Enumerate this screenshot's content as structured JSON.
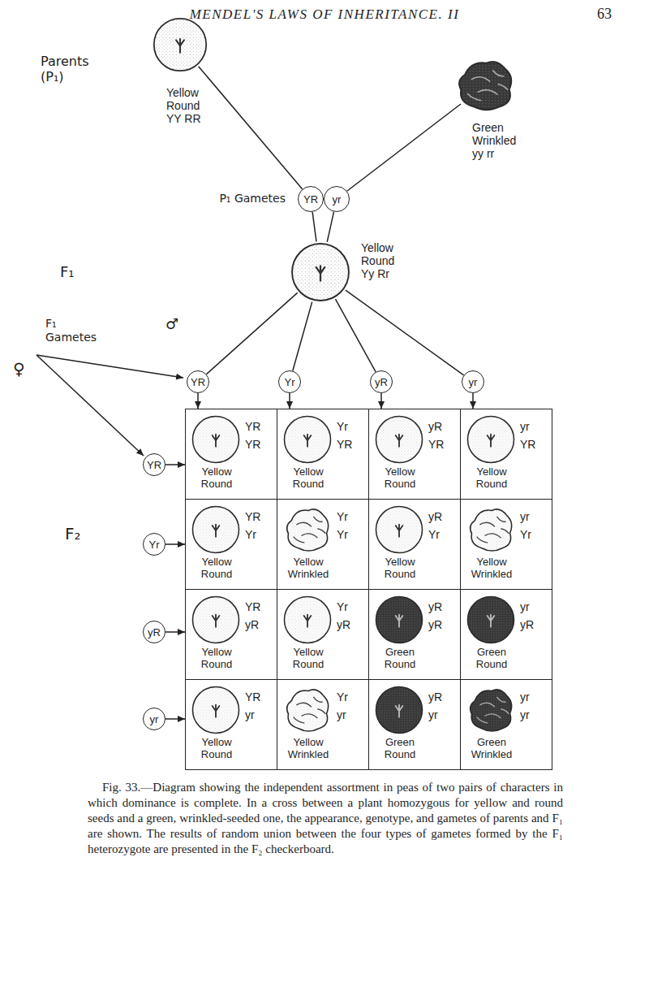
{
  "diagram": {
    "caption": "Fig. 33.—Diagram showing the independent assortment in peas of two pairs of characters in which dominance is complete. In a cross between a plant homozygous for yellow and round seeds and a green, wrinkled-seeded one, the appearance, genotype, and gametes of parents and F₁ are shown. The results of random union between the four types of gametes formed by the F₁ heterozygote are presented in the F₂ checkerboard.",
    "nodes": [
      {
        "text": [
          "Yellow Round YY RR"
        ]
      },
      {
        "text": [
          "Green Wrinkled yy rr"
        ]
      },
      {
        "text": [
          "YR"
        ]
      },
      {
        "text": [
          "yr"
        ]
      },
      {
        "text": [
          "Yellow Round Yy Rr"
        ]
      },
      {
        "text": [
          "YR"
        ]
      },
      {
        "text": [
          "Yr"
        ]
      },
      {
        "text": [
          "yR"
        ]
      },
      {
        "text": [
          "yr"
        ]
      },
      {
        "text": [
          "YR"
        ]
      },
      {
        "text": [
          "YR",
          "YR",
          "Yellow Round"
        ]
      },
      {
        "text": [
          "Yr",
          "YR",
          "Yellow Round"
        ]
      },
      {
        "text": [
          "yR",
          "YR",
          "Yellow Round"
        ]
      },
      {
        "text": [
          "yr",
          "YR",
          "Yellow Round"
        ]
      },
      {
        "text": [
          "Yr"
        ]
      },
      {
        "text": [
          "YR",
          "Yr",
          "Yellow Round"
        ]
      },
      {
        "text": [
          "Yr",
          "Yr",
          "Yellow Wrinkled"
        ]
      },
      {
        "text": [
          "yR",
          "Yr",
          "Yellow Round"
        ]
      },
      {
        "text": [
          "yr",
          "Yr",
          "Yellow Wrinkled"
        ]
      },
      {
        "text": [
          "yR"
        ]
      },
      {
        "text": [
          "YR",
          "yR",
          "Yellow Round"
        ]
      },
      {
        "text": [
          "Yr",
          "yR",
          "Yellow Round"
        ]
      },
      {
        "text": [
          "yR",
          "yR",
          "Green Round"
        ]
      },
      {
        "text": [
          "yr",
          "yR",
          "Green Round"
        ]
      },
      {
        "text": [
          "yr"
        ]
      },
      {
        "text": [
          "YR",
          "yr",
          "Yellow Round"
        ]
      },
      {
        "text": [
          "Yr",
          "yr",
          "Yellow Wrinkled"
        ]
      },
      {
        "text": [
          "yR",
          "yr",
          "Green Round"
        ]
      },
      {
        "text": [
          "yr",
          "yr",
          "Green Wrinkled"
        ]
      }
    ],
    "edges": [
      {
        "from": 0,
        "to": 2,
        "arrow": "none"
      },
      {
        "from": 1,
        "to": 3,
        "arrow": "none"
      },
      {
        "from": 2,
        "to": 4,
        "arrow": "none"
      },
      {
        "from": 3,
        "to": 4,
        "arrow": "none"
      },
      {
        "from": 4,
        "to": 5,
        "arrow": "none"
      },
      {
        "from": 4,
        "to": 6,
        "arrow": "none"
      },
      {
        "from": 4,
        "to": 7,
        "arrow": "none"
      },
      {
        "from": 4,
        "to": 8,
        "arrow": "none"
      },
      {
        "from": 5,
        "to": 10,
        "arrow": "to"
      },
      {
        "from": 6,
        "to": 11,
        "arrow": "to"
      },
      {
        "from": 7,
        "to": 12,
        "arrow": "to"
      },
      {
        "from": 8,
        "to": 13,
        "arrow": "to"
      },
      {
        "from": 9,
        "to": 10,
        "arrow": "to"
      },
      {
        "from": 14,
        "to": 15,
        "arrow": "to"
      },
      {
        "from": 19,
        "to": 20,
        "arrow": "to"
      },
      {
        "from": 24,
        "to": 25,
        "arrow": "to"
      }
    ],
    "labels": [
      "MENDEL'S LAWS OF INHERITANCE. II",
      "63",
      "Parents (P₁)",
      "P₁ Gametes",
      "F₁",
      "F₁ Gametes",
      "♂",
      "♀",
      "F₂"
    ]
  }
}
